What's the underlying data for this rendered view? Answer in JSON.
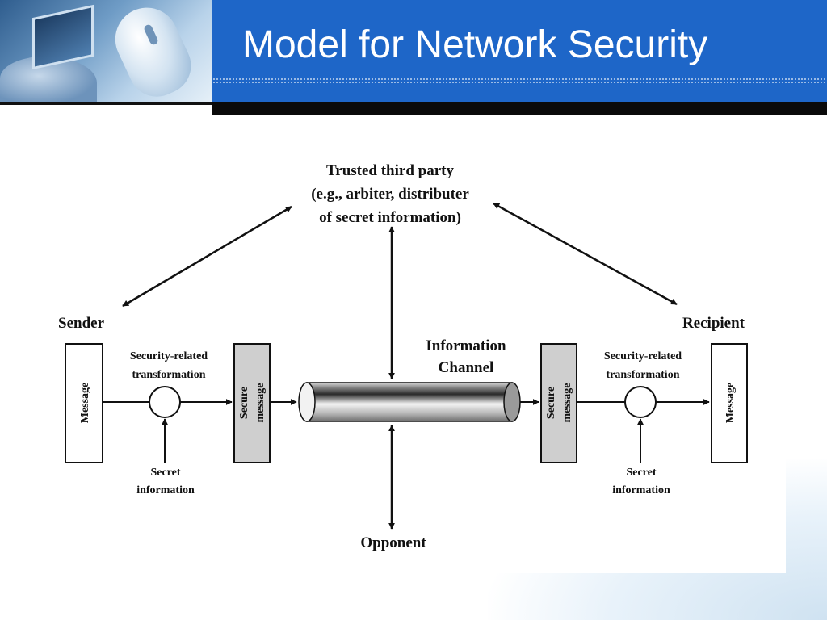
{
  "slide": {
    "title": "Model for Network Security"
  },
  "diagram": {
    "trusted_third_party": {
      "line1": "Trusted third party",
      "line2": "(e.g., arbiter, distributer",
      "line3": "of secret information)"
    },
    "sender": {
      "label": "Sender",
      "message": "Message"
    },
    "recipient": {
      "label": "Recipient",
      "message": "Message"
    },
    "sender_transform": {
      "line1": "Security-related",
      "line2": "transformation"
    },
    "recipient_transform": {
      "line1": "Security-related",
      "line2": "transformation"
    },
    "sender_secure_message": {
      "line1": "Secure",
      "line2": "message"
    },
    "recipient_secure_message": {
      "line1": "Secure",
      "line2": "message"
    },
    "sender_secret": {
      "line1": "Secret",
      "line2": "information"
    },
    "recipient_secret": {
      "line1": "Secret",
      "line2": "information"
    },
    "channel": {
      "line1": "Information",
      "line2": "Channel"
    },
    "opponent": {
      "label": "Opponent"
    },
    "colors": {
      "header_blue": "#1e66c8",
      "secure_box_fill": "#cfcfcf",
      "ink": "#111111"
    }
  }
}
